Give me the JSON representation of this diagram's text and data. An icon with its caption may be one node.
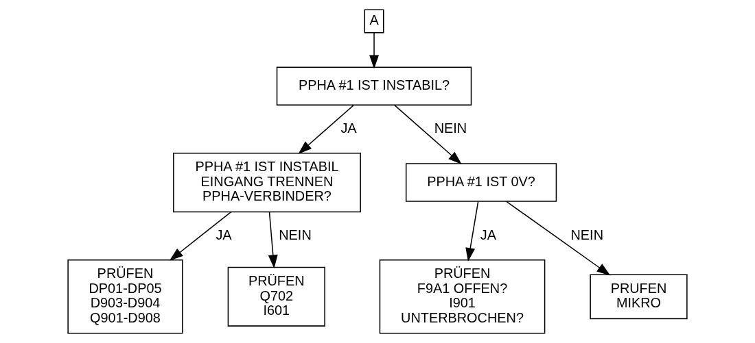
{
  "diagram": {
    "nodes": [
      {
        "text": [
          "A"
        ]
      },
      {
        "text": [
          "PPHA #1 IST INSTABIL?"
        ]
      },
      {
        "text": [
          "PPHA #1 IST INSTABIL EINGANG TRENNEN PPHA-VERBINDER?"
        ]
      },
      {
        "text": [
          "PPHA #1 IST 0V?"
        ]
      },
      {
        "text": [
          "PRÜFEN DP01-DP05 D903-D904 Q901-D908"
        ]
      },
      {
        "text": [
          "PRÜFEN Q702 I601"
        ]
      },
      {
        "text": [
          "PRÜFEN F9A1 OFFEN? I901 UNTERBROCHEN?"
        ]
      },
      {
        "text": [
          "PRUFEN MIKRO"
        ]
      }
    ],
    "edges": [
      {
        "from": 0,
        "to": 1,
        "arrow": "to"
      },
      {
        "from": 1,
        "to": 2,
        "arrow": "to",
        "label": "JA"
      },
      {
        "from": 1,
        "to": 3,
        "arrow": "to",
        "label": "NEIN"
      },
      {
        "from": 2,
        "to": 4,
        "arrow": "to",
        "label": "JA"
      },
      {
        "from": 2,
        "to": 5,
        "arrow": "to",
        "label": "NEIN"
      },
      {
        "from": 3,
        "to": 6,
        "arrow": "to",
        "label": "JA"
      },
      {
        "from": 3,
        "to": 7,
        "arrow": "to",
        "label": "NEIN"
      }
    ]
  }
}
